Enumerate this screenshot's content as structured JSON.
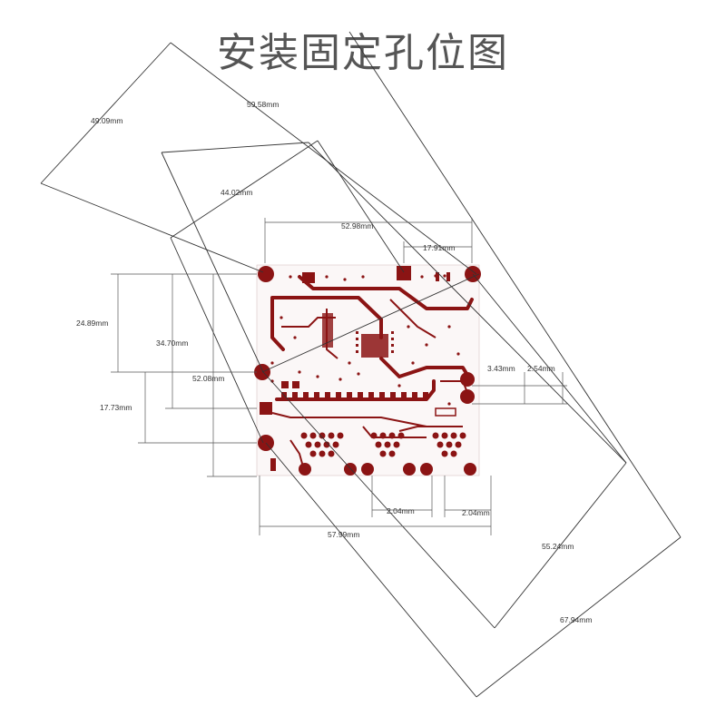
{
  "title": "安装固定孔位图",
  "colors": {
    "copper": "#8b1414",
    "line": "#333333",
    "title": "#555555"
  },
  "dimensions": {
    "d4909": "49.09mm",
    "d5958": "59.58mm",
    "d4402": "44.02mm",
    "d5298": "52.98mm",
    "d1791": "17.91mm",
    "d2489": "24.89mm",
    "d3470": "34.70mm",
    "d5208": "52.08mm",
    "d1773": "17.73mm",
    "d343": "3.43mm",
    "d254": "2.54mm",
    "d204a": "2.04mm",
    "d204b": "2.04mm",
    "d5799": "57.99mm",
    "d5524": "55.24mm",
    "d6794": "67.94mm"
  }
}
